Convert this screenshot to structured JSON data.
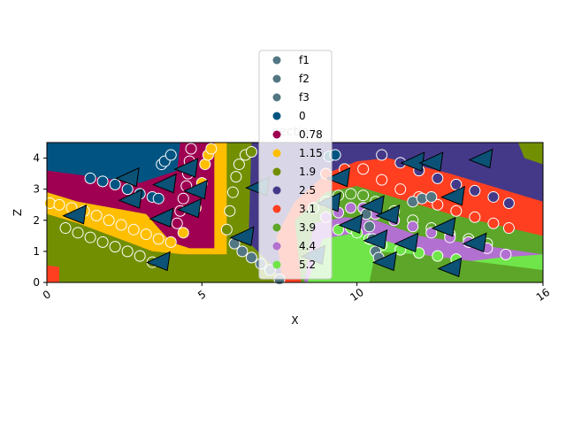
{
  "chart_data": {
    "type": "scatter",
    "title": "section",
    "xlabel": "X",
    "ylabel": "Z",
    "xlim": [
      0,
      16
    ],
    "ylim": [
      0,
      4.5
    ],
    "x_ticks": [
      "0",
      "5",
      "10",
      "16"
    ],
    "x_tick_values": [
      0,
      5,
      10,
      16
    ],
    "y_ticks": [
      "0",
      "1",
      "2",
      "3",
      "4"
    ],
    "y_tick_values": [
      0,
      1,
      2,
      3,
      4
    ],
    "grid": false,
    "legend_position": "top-center",
    "legend": [
      {
        "label": "f1",
        "color": "#527682"
      },
      {
        "label": "f2",
        "color": "#527682"
      },
      {
        "label": "f3",
        "color": "#527682"
      },
      {
        "label": "0",
        "color": "#015482"
      },
      {
        "label": "0.78",
        "color": "#9f0052"
      },
      {
        "label": "1.15",
        "color": "#ffbe00"
      },
      {
        "label": "1.9",
        "color": "#728f02"
      },
      {
        "label": "2.5",
        "color": "#443988"
      },
      {
        "label": "3.1",
        "color": "#ff3f20"
      },
      {
        "label": "3.9",
        "color": "#5da629"
      },
      {
        "label": "4.4",
        "color": "#b271d0"
      },
      {
        "label": "5.2",
        "color": "#70e54a"
      }
    ],
    "layers": [
      {
        "name": "0",
        "color": "#015482",
        "top": [
          [
            0,
            4.5
          ],
          [
            16,
            4.5
          ]
        ]
      },
      {
        "name": "0.78",
        "color": "#9f0052",
        "top": [
          [
            0,
            3.6
          ],
          [
            2,
            3.7
          ],
          [
            4,
            4.2
          ],
          [
            4.5,
            4.5
          ],
          [
            6,
            4.5
          ],
          [
            6,
            1.0
          ],
          [
            5,
            1.2
          ],
          [
            4,
            1.3
          ],
          [
            3,
            2.6
          ],
          [
            1,
            2.8
          ],
          [
            0,
            3.4
          ]
        ]
      },
      {
        "name": "1.15",
        "color": "#ffbe00"
      },
      {
        "name": "1.9",
        "color": "#728f02"
      },
      {
        "name": "2.5",
        "color": "#443988"
      },
      {
        "name": "3.1",
        "color": "#ff3f20"
      },
      {
        "name": "3.9",
        "color": "#5da629"
      },
      {
        "name": "4.4",
        "color": "#b271d0"
      },
      {
        "name": "5.2",
        "color": "#70e54a"
      }
    ],
    "series": [
      {
        "name": "0",
        "color": "#015482",
        "x": [
          1.4,
          1.8,
          2.2,
          2.6,
          3.0,
          3.4,
          3.6,
          3.7,
          3.8,
          4.0,
          9.1,
          9.3
        ],
        "y": [
          3.35,
          3.25,
          3.15,
          3.0,
          2.85,
          2.75,
          2.7,
          3.8,
          3.9,
          4.1,
          4.05,
          4.1
        ]
      },
      {
        "name": "0.78",
        "color": "#9f0052",
        "x": [
          4.2,
          4.3,
          4.4,
          4.5,
          4.55,
          4.6,
          4.65
        ],
        "y": [
          1.9,
          2.3,
          2.7,
          3.1,
          3.5,
          3.9,
          4.3
        ]
      },
      {
        "name": "1.15",
        "color": "#ffbe00",
        "x": [
          0.1,
          0.4,
          0.8,
          1.2,
          1.6,
          2.0,
          2.4,
          2.8,
          3.2,
          3.6,
          4.0,
          4.4,
          4.8,
          5.0,
          5.1,
          5.2,
          5.3
        ],
        "y": [
          2.55,
          2.5,
          2.4,
          2.3,
          2.15,
          2.0,
          1.85,
          1.7,
          1.55,
          1.4,
          1.3,
          1.6,
          2.4,
          3.2,
          3.8,
          4.1,
          4.3
        ]
      },
      {
        "name": "1.9",
        "color": "#728f02",
        "x": [
          0.6,
          1.0,
          1.4,
          1.8,
          2.2,
          2.6,
          3.0,
          3.4,
          5.8,
          5.9,
          6.0,
          6.1,
          6.2,
          6.4,
          6.6
        ],
        "y": [
          1.75,
          1.6,
          1.45,
          1.3,
          1.15,
          1.0,
          0.85,
          0.65,
          1.7,
          2.3,
          2.9,
          3.4,
          3.8,
          4.1,
          4.2
        ]
      },
      {
        "name": "2.5",
        "color": "#443988",
        "x": [
          10.8,
          11.4,
          12.0,
          12.6,
          13.2,
          13.8,
          14.4,
          14.9
        ],
        "y": [
          4.1,
          3.85,
          3.6,
          3.35,
          3.15,
          2.95,
          2.75,
          2.55
        ]
      },
      {
        "name": "3.1",
        "color": "#ff3f20",
        "x": [
          9.0,
          9.6,
          10.2,
          10.8,
          11.4,
          12.0,
          12.6,
          13.2,
          13.8,
          14.4,
          14.9
        ],
        "y": [
          3.5,
          3.65,
          3.65,
          3.3,
          3.0,
          2.75,
          2.5,
          2.3,
          2.1,
          1.9,
          1.75
        ]
      },
      {
        "name": "3.9",
        "color": "#5da629",
        "x": [
          8.6,
          9.0,
          9.4,
          9.8,
          10.2,
          10.6,
          11.2,
          11.8,
          12.4,
          13.0,
          13.6,
          14.2
        ],
        "y": [
          2.4,
          2.6,
          2.8,
          2.85,
          2.8,
          2.6,
          2.3,
          2.0,
          1.75,
          1.55,
          1.4,
          1.25
        ]
      },
      {
        "name": "4.4",
        "color": "#b271d0",
        "x": [
          9.0,
          9.4,
          9.8,
          10.2,
          10.6,
          11.2,
          11.8,
          12.4,
          13.0,
          13.6,
          14.2,
          14.8
        ],
        "y": [
          2.1,
          2.25,
          2.4,
          2.4,
          2.2,
          2.0,
          1.8,
          1.6,
          1.45,
          1.3,
          1.1,
          0.9
        ]
      },
      {
        "name": "5.2",
        "color": "#70e54a",
        "x": [
          9.4,
          9.8,
          10.0,
          10.4,
          10.8,
          11.4,
          12.0,
          12.6,
          13.2
        ],
        "y": [
          1.7,
          1.75,
          1.6,
          1.4,
          1.2,
          1.05,
          0.95,
          0.85,
          0.75
        ]
      },
      {
        "name": "f1",
        "color": "#527682",
        "x": [
          6.05,
          6.3,
          6.6,
          6.9,
          7.2,
          7.5
        ],
        "y": [
          1.25,
          1.0,
          0.8,
          0.6,
          0.4,
          0.1
        ]
      },
      {
        "name": "f2",
        "color": "#527682",
        "x": [
          10.3,
          10.4,
          10.5,
          10.6,
          10.7
        ],
        "y": [
          2.2,
          1.8,
          1.4,
          1.0,
          0.8
        ]
      },
      {
        "name": "f3",
        "color": "#527682",
        "x": [
          11.8,
          12.1,
          12.4
        ],
        "y": [
          2.6,
          2.7,
          2.75
        ]
      }
    ],
    "arrows": [
      {
        "x": 2.6,
        "y": 3.4,
        "dir": "left"
      },
      {
        "x": 2.7,
        "y": 2.7,
        "dir": "left"
      },
      {
        "x": 0.9,
        "y": 2.2,
        "dir": "left"
      },
      {
        "x": 3.6,
        "y": 0.7,
        "dir": "left"
      },
      {
        "x": 3.7,
        "y": 2.1,
        "dir": "left"
      },
      {
        "x": 3.8,
        "y": 3.2,
        "dir": "left"
      },
      {
        "x": 4.5,
        "y": 3.7,
        "dir": "left"
      },
      {
        "x": 4.8,
        "y": 3.0,
        "dir": "left"
      },
      {
        "x": 4.6,
        "y": 2.4,
        "dir": "left"
      },
      {
        "x": 6.3,
        "y": 1.5,
        "dir": "left"
      },
      {
        "x": 6.8,
        "y": 3.1,
        "dir": "left"
      },
      {
        "x": 8.6,
        "y": 0.9,
        "dir": "left"
      },
      {
        "x": 9.1,
        "y": 2.6,
        "dir": "left"
      },
      {
        "x": 9.4,
        "y": 3.4,
        "dir": "left"
      },
      {
        "x": 9.8,
        "y": 1.9,
        "dir": "left"
      },
      {
        "x": 10.5,
        "y": 2.5,
        "dir": "left"
      },
      {
        "x": 11.0,
        "y": 2.2,
        "dir": "left"
      },
      {
        "x": 10.6,
        "y": 1.4,
        "dir": "left"
      },
      {
        "x": 10.9,
        "y": 0.7,
        "dir": "left"
      },
      {
        "x": 11.6,
        "y": 1.3,
        "dir": "left"
      },
      {
        "x": 11.8,
        "y": 3.9,
        "dir": "left"
      },
      {
        "x": 12.4,
        "y": 3.9,
        "dir": "left"
      },
      {
        "x": 12.8,
        "y": 1.8,
        "dir": "left"
      },
      {
        "x": 13.1,
        "y": 2.8,
        "dir": "left"
      },
      {
        "x": 13.0,
        "y": 0.5,
        "dir": "left"
      },
      {
        "x": 13.8,
        "y": 1.3,
        "dir": "left"
      },
      {
        "x": 14.0,
        "y": 4.0,
        "dir": "left"
      }
    ]
  }
}
